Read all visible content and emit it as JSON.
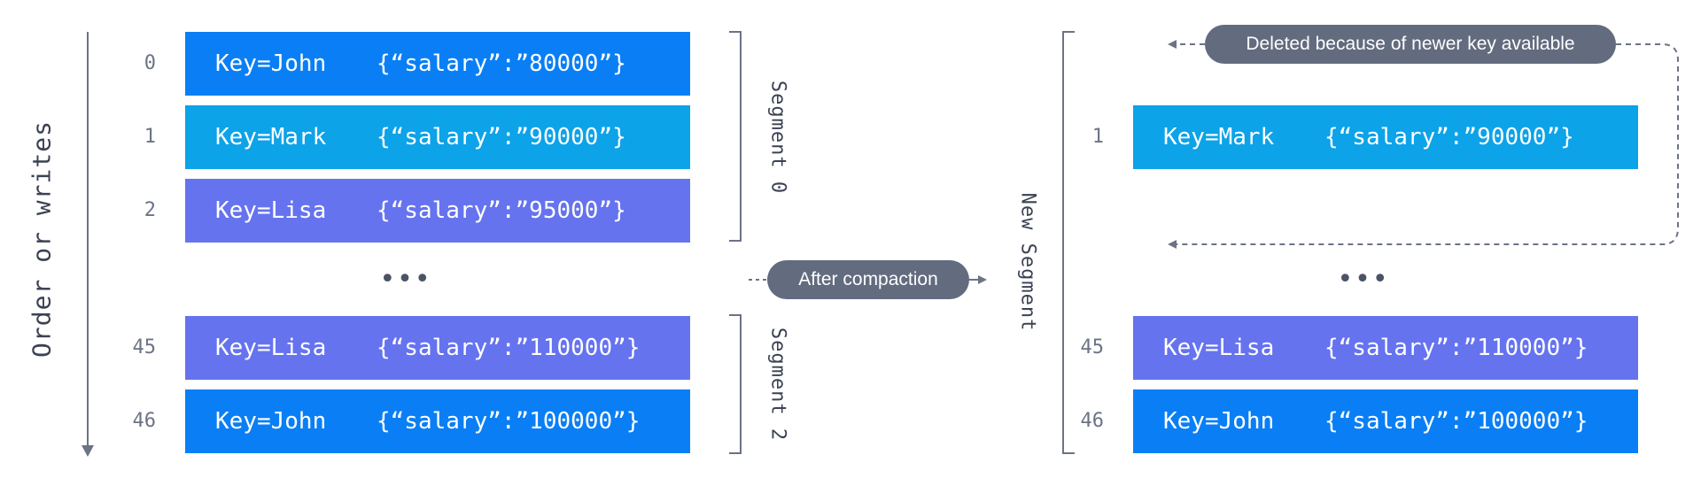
{
  "axis": {
    "label": "Order or writes"
  },
  "left": {
    "segments": [
      {
        "label": "Segment 0"
      },
      {
        "label": "Segment 2"
      }
    ],
    "records": [
      {
        "offset": "0",
        "key": "Key=John",
        "value": "{“salary”:”80000”}",
        "color": "#0a7ff5"
      },
      {
        "offset": "1",
        "key": "Key=Mark",
        "value": "{“salary”:”90000”}",
        "color": "#0ca3e8"
      },
      {
        "offset": "2",
        "key": "Key=Lisa",
        "value": "{“salary”:”95000”}",
        "color": "#6673ef"
      },
      {
        "offset": "45",
        "key": "Key=Lisa",
        "value": "{“salary”:”110000”}",
        "color": "#6673ef"
      },
      {
        "offset": "46",
        "key": "Key=John",
        "value": "{“salary”:”100000”}",
        "color": "#0a7ff5"
      }
    ],
    "ellipsis": "•••"
  },
  "transition": {
    "label": "After compaction"
  },
  "right": {
    "segment_label": "New Segment",
    "deleted_note": "Deleted because of newer key available",
    "records": [
      {
        "offset": "1",
        "key": "Key=Mark",
        "value": "{“salary”:”90000”}",
        "color": "#0ca3e8"
      },
      {
        "offset": "45",
        "key": "Key=Lisa",
        "value": "{“salary”:”110000”}",
        "color": "#6673ef"
      },
      {
        "offset": "46",
        "key": "Key=John",
        "value": "{“salary”:”100000”}",
        "color": "#0a7ff5"
      }
    ],
    "ellipsis": "•••"
  },
  "colors": {
    "line": "#6b7385",
    "pill": "#636b7f"
  }
}
